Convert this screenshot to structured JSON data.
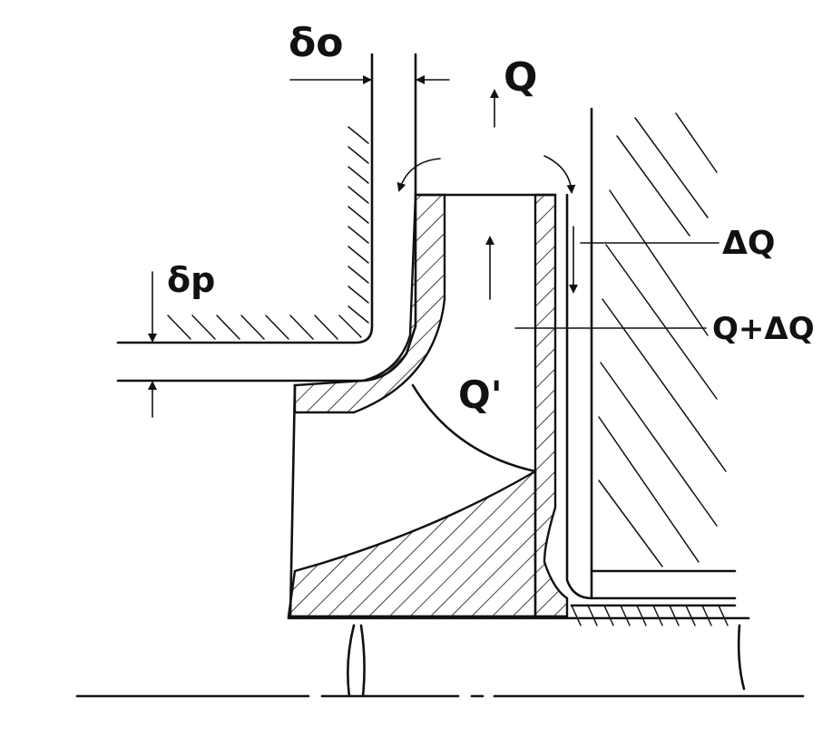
{
  "labels": {
    "delta_o": "δo",
    "delta_p": "δp",
    "flow_q": "Q",
    "flow_dq": "ΔQ",
    "flow_q_plus_dq": "Q+ΔQ",
    "flow_q_prime": "Q'"
  },
  "colors": {
    "ink": "#111111",
    "paper": "#ffffff"
  }
}
